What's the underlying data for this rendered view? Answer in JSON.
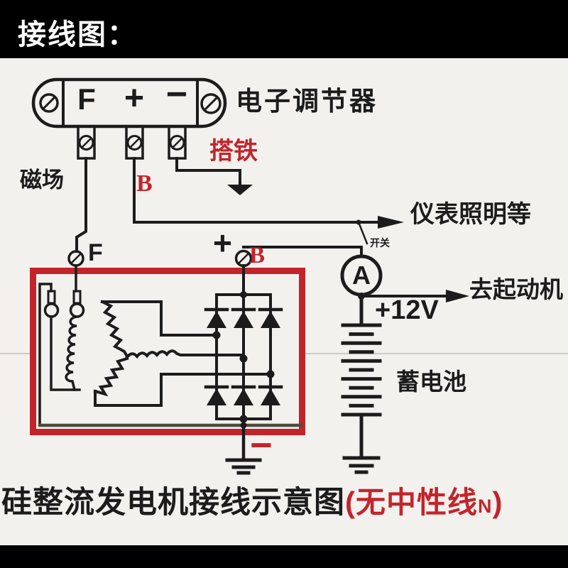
{
  "header": {
    "title": "接线图："
  },
  "diagram": {
    "regulator": {
      "label": "电子调节器",
      "terminal_f": "F",
      "terminal_plus": "+",
      "terminal_minus": "−"
    },
    "wire_labels": {
      "field": "磁场",
      "b_wire": "B",
      "ground": "搭铁",
      "switch": "开关",
      "instruments": "仪表照明等",
      "to_starter": "去起动机",
      "voltage": "+12V",
      "battery": "蓄电池",
      "ammeter": "A",
      "gen_f": "F",
      "gen_b": "B",
      "gen_plus": "+",
      "gen_minus": "−"
    }
  },
  "caption": {
    "main": "硅整流发电机接线示意图",
    "note_prefix": "(无中性线",
    "note_n": "N",
    "note_suffix": ")"
  },
  "colors": {
    "accent_red": "#c3242b",
    "line_black": "#1c1c1c",
    "background": "#f2f1ee",
    "letterbox": "#000000"
  }
}
